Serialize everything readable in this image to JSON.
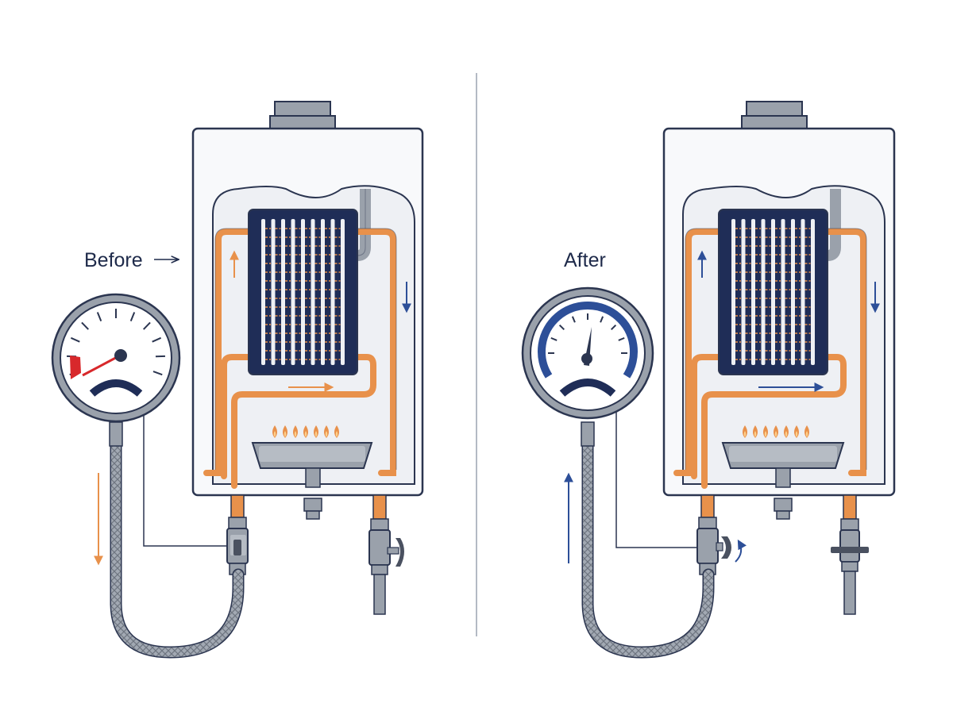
{
  "labels": {
    "before": "Before",
    "after": "After"
  },
  "colors": {
    "navy": "#1f2d57",
    "outline": "#2b3550",
    "copper": "#e8914b",
    "steel": "#9aa1ab",
    "steel_dark": "#5d6470",
    "red": "#d8282b",
    "blue": "#2d4f98",
    "divider": "#9aa3b0"
  },
  "panels": [
    {
      "id": "before",
      "gauge": "high-pressure",
      "valve": "closed",
      "flow_direction": "down"
    },
    {
      "id": "after",
      "gauge": "normal-pressure",
      "valve": "open",
      "flow_direction": "up"
    }
  ]
}
